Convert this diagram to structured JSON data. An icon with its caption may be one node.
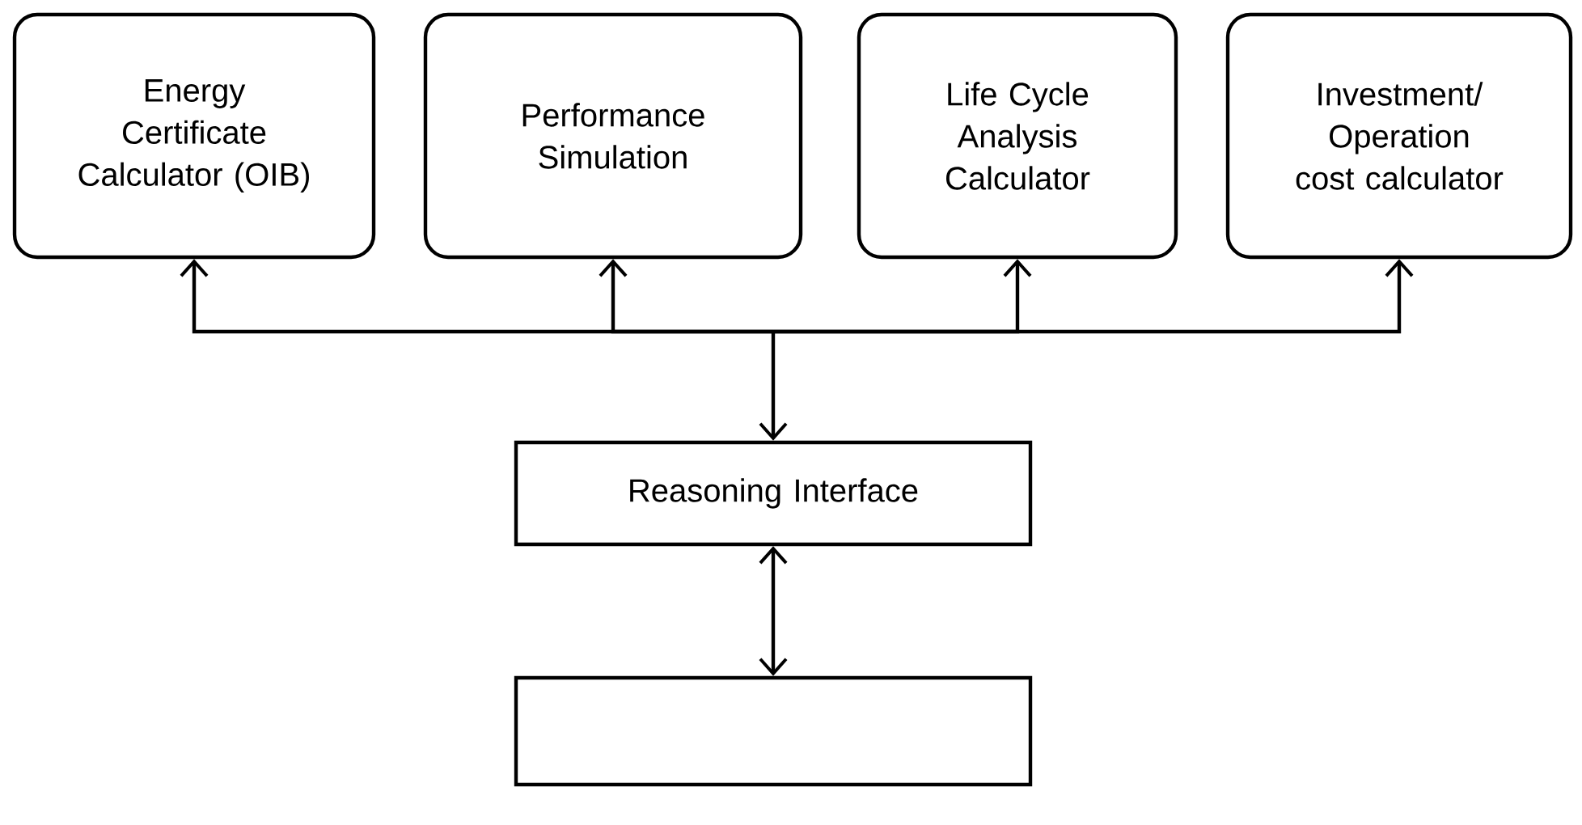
{
  "diagram": {
    "nodes": [
      {
        "text": [
          "Energy Certificate Calculator (OIB)"
        ]
      },
      {
        "text": [
          "Performance Simulation"
        ]
      },
      {
        "text": [
          "Life Cycle Analysis Calculator"
        ]
      },
      {
        "text": [
          "Investment/ Operation cost calculator"
        ]
      },
      {
        "text": [
          "Reasoning Interface"
        ]
      },
      {
        "text": [],
        "shape": "box"
      }
    ],
    "edges": [
      {
        "from": 4,
        "to": 0,
        "arrow": "both"
      },
      {
        "from": 4,
        "to": 1,
        "arrow": "both"
      },
      {
        "from": 4,
        "to": 2,
        "arrow": "both"
      },
      {
        "from": 4,
        "to": 3,
        "arrow": "both"
      },
      {
        "from": 4,
        "to": 5,
        "arrow": "both"
      }
    ]
  }
}
